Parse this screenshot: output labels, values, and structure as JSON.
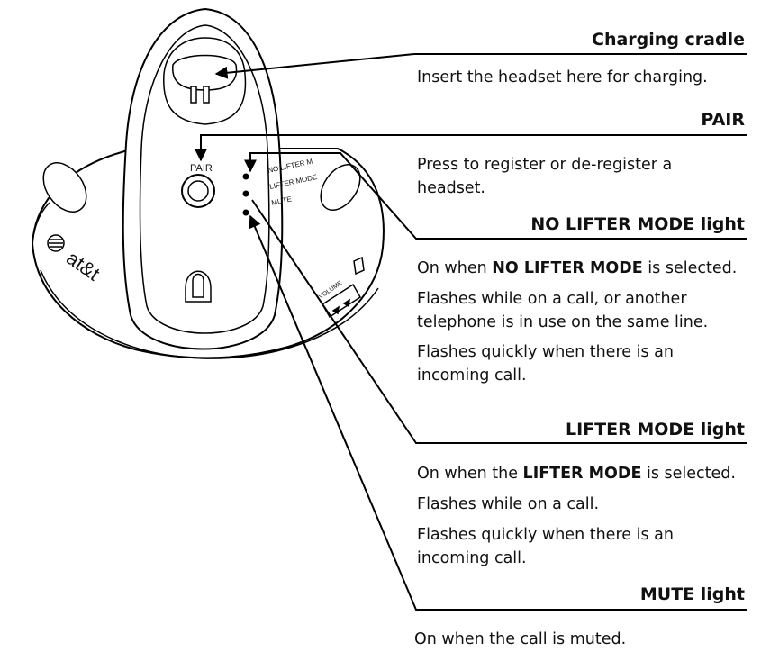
{
  "device": {
    "brand": "at&t",
    "pair_label": "PAIR",
    "led_labels": [
      "NO LIFTER M",
      "LIFTER MODE",
      "MUTE"
    ],
    "volume_label": "VOLUME"
  },
  "callouts": {
    "charging_cradle": {
      "heading": "Charging cradle",
      "lines": [
        "Insert the headset here for charging."
      ]
    },
    "pair": {
      "heading": "PAIR",
      "lines": [
        "Press to register or de-register a",
        "headset."
      ]
    },
    "no_lifter": {
      "heading": "NO LIFTER MODE light",
      "line1_pre": "On when ",
      "line1_bold": "NO LIFTER MODE",
      "line1_post": " is selected.",
      "lines": [
        "Flashes while on a call, or another",
        "telephone is in use on the same line.",
        "Flashes quickly when there is an",
        "incoming call."
      ]
    },
    "lifter": {
      "heading": "LIFTER MODE light",
      "line1_pre": "On when the ",
      "line1_bold": "LIFTER MODE",
      "line1_post": " is selected.",
      "lines": [
        "Flashes while on a call.",
        "Flashes quickly when there is an",
        "incoming call."
      ]
    },
    "mute": {
      "heading": "MUTE light",
      "lines": [
        "On when the call is muted."
      ]
    }
  }
}
